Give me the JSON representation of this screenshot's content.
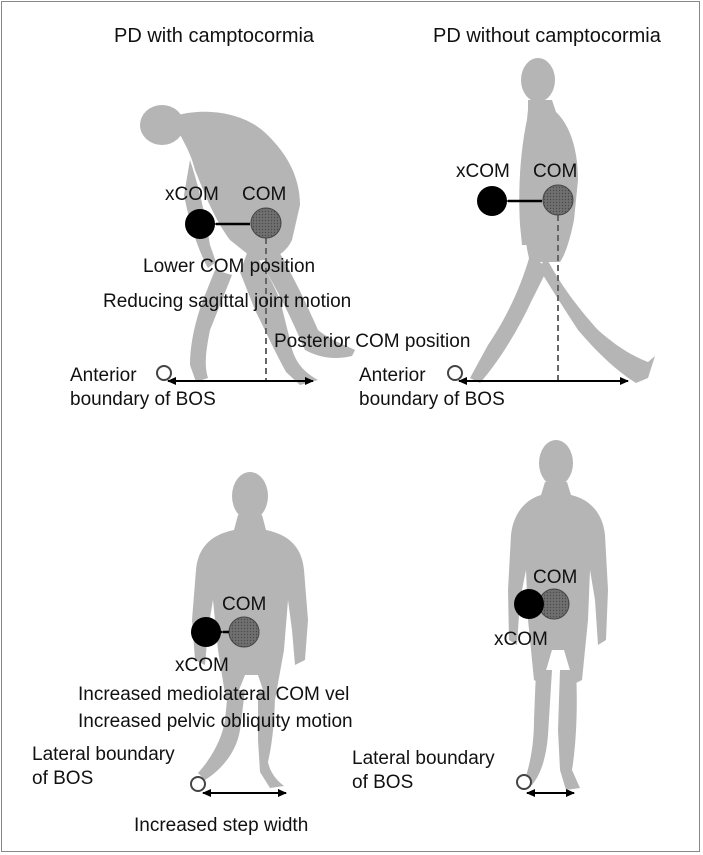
{
  "panels": {
    "top_left": {
      "title": "PD with camptocormia",
      "xcom": "xCOM",
      "com": "COM",
      "note1": "Lower COM position",
      "note2": "Reducing sagittal joint motion",
      "note3": "Posterior COM position",
      "bos_line1": "Anterior",
      "bos_line2": "boundary of BOS"
    },
    "top_right": {
      "title": "PD without camptocormia",
      "xcom": "xCOM",
      "com": "COM",
      "bos_line1": "Anterior",
      "bos_line2": "boundary of BOS"
    },
    "bottom_left": {
      "com": "COM",
      "xcom": "xCOM",
      "note1": "Increased mediolateral COM vel",
      "note2": "Increased pelvic obliquity motion",
      "bos_line1": "Lateral boundary",
      "bos_line2": "of BOS",
      "step": "Increased step width"
    },
    "bottom_right": {
      "com": "COM",
      "xcom": "xCOM",
      "bos_line1": "Lateral boundary",
      "bos_line2": "of BOS"
    }
  },
  "colors": {
    "silhouette": "#b5b5b5",
    "xcom_marker": "#000000",
    "com_marker": "#6e6e6e",
    "text": "#111111"
  }
}
